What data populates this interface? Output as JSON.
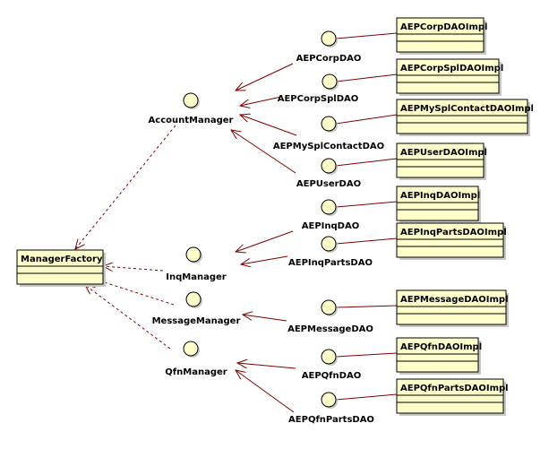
{
  "colors": {
    "fill": "#ffffcc",
    "stroke": "#000000",
    "association": "#800000",
    "dependency": "#800000"
  },
  "classes": [
    {
      "id": "ManagerFactory",
      "label": "ManagerFactory"
    },
    {
      "id": "AEPCorpDAOImpl",
      "label": "AEPCorpDAOImpl"
    },
    {
      "id": "AEPCorpSplDAOImpl",
      "label": "AEPCorpSplDAOImpl"
    },
    {
      "id": "AEPMySplContactDAOImpl",
      "label": "AEPMySplContactDAOImpl"
    },
    {
      "id": "AEPUserDAOImpl",
      "label": "AEPUserDAOImpl"
    },
    {
      "id": "AEPInqDAOImpl",
      "label": "AEPInqDAOImpl"
    },
    {
      "id": "AEPInqPartsDAOImpl",
      "label": "AEPInqPartsDAOImpl"
    },
    {
      "id": "AEPMessageDAOImpl",
      "label": "AEPMessageDAOImpl"
    },
    {
      "id": "AEPQfnDAOImpl",
      "label": "AEPQfnDAOImpl"
    },
    {
      "id": "AEPQfnPartsDAOImpl",
      "label": "AEPQfnPartsDAOImpl"
    }
  ],
  "interfaces": [
    {
      "id": "AccountManager",
      "label": "AccountManager"
    },
    {
      "id": "InqManager",
      "label": "InqManager"
    },
    {
      "id": "MessageManager",
      "label": "MessageManager"
    },
    {
      "id": "QfnManager",
      "label": "QfnManager"
    },
    {
      "id": "AEPCorpDAO",
      "label": "AEPCorpDAO"
    },
    {
      "id": "AEPCorpSplDAO",
      "label": "AEPCorpSplDAO"
    },
    {
      "id": "AEPMySplContactDAO",
      "label": "AEPMySplContactDAO"
    },
    {
      "id": "AEPUserDAO",
      "label": "AEPUserDAO"
    },
    {
      "id": "AEPInqDAO",
      "label": "AEPInqDAO"
    },
    {
      "id": "AEPInqPartsDAO",
      "label": "AEPInqPartsDAO"
    },
    {
      "id": "AEPMessageDAO",
      "label": "AEPMessageDAO"
    },
    {
      "id": "AEPQfnDAO",
      "label": "AEPQfnDAO"
    },
    {
      "id": "AEPQfnPartsDAO",
      "label": "AEPQfnPartsDAO"
    }
  ],
  "realizations": [
    {
      "from": "AEPCorpDAO",
      "to": "AEPCorpDAOImpl"
    },
    {
      "from": "AEPCorpSplDAO",
      "to": "AEPCorpSplDAOImpl"
    },
    {
      "from": "AEPMySplContactDAO",
      "to": "AEPMySplContactDAOImpl"
    },
    {
      "from": "AEPUserDAO",
      "to": "AEPUserDAOImpl"
    },
    {
      "from": "AEPInqDAO",
      "to": "AEPInqDAOImpl"
    },
    {
      "from": "AEPInqPartsDAO",
      "to": "AEPInqPartsDAOImpl"
    },
    {
      "from": "AEPMessageDAO",
      "to": "AEPMessageDAOImpl"
    },
    {
      "from": "AEPQfnDAO",
      "to": "AEPQfnDAOImpl"
    },
    {
      "from": "AEPQfnPartsDAO",
      "to": "AEPQfnPartsDAOImpl"
    }
  ],
  "associations": [
    {
      "from": "AEPCorpDAO",
      "to": "AccountManager"
    },
    {
      "from": "AEPCorpSplDAO",
      "to": "AccountManager"
    },
    {
      "from": "AEPMySplContactDAO",
      "to": "AccountManager"
    },
    {
      "from": "AEPUserDAO",
      "to": "AccountManager"
    },
    {
      "from": "AEPInqDAO",
      "to": "InqManager"
    },
    {
      "from": "AEPInqPartsDAO",
      "to": "InqManager"
    },
    {
      "from": "AEPMessageDAO",
      "to": "MessageManager"
    },
    {
      "from": "AEPQfnDAO",
      "to": "QfnManager"
    },
    {
      "from": "AEPQfnPartsDAO",
      "to": "QfnManager"
    }
  ],
  "dependencies": [
    {
      "from": "AccountManager",
      "to": "ManagerFactory"
    },
    {
      "from": "InqManager",
      "to": "ManagerFactory"
    },
    {
      "from": "MessageManager",
      "to": "ManagerFactory"
    },
    {
      "from": "QfnManager",
      "to": "ManagerFactory"
    }
  ]
}
